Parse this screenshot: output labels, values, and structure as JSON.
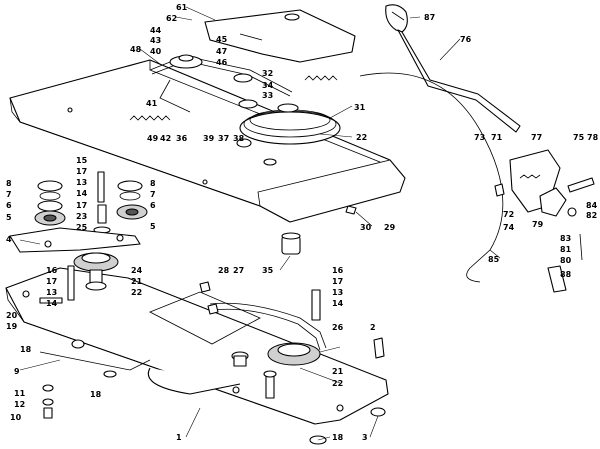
{
  "callouts": [
    {
      "id": "c61",
      "text": "61"
    },
    {
      "id": "c62",
      "text": "62"
    },
    {
      "id": "c87",
      "text": "87"
    },
    {
      "id": "c44",
      "text": "44"
    },
    {
      "id": "c43",
      "text": "43"
    },
    {
      "id": "c40",
      "text": "40"
    },
    {
      "id": "c45",
      "text": "45"
    },
    {
      "id": "c47",
      "text": "47"
    },
    {
      "id": "c46",
      "text": "46"
    },
    {
      "id": "c48",
      "text": "48"
    },
    {
      "id": "c76",
      "text": "76"
    },
    {
      "id": "c32",
      "text": "32"
    },
    {
      "id": "c34",
      "text": "34"
    },
    {
      "id": "c33",
      "text": "33"
    },
    {
      "id": "c41",
      "text": "41"
    },
    {
      "id": "c31",
      "text": "31"
    },
    {
      "id": "c49",
      "text": "49"
    },
    {
      "id": "c42",
      "text": "42"
    },
    {
      "id": "c36",
      "text": "36"
    },
    {
      "id": "c39",
      "text": "39"
    },
    {
      "id": "c37",
      "text": "37"
    },
    {
      "id": "c38",
      "text": "38"
    },
    {
      "id": "c22a",
      "text": "22"
    },
    {
      "id": "c73",
      "text": "73"
    },
    {
      "id": "c71",
      "text": "71"
    },
    {
      "id": "c77",
      "text": "77"
    },
    {
      "id": "c75",
      "text": "75"
    },
    {
      "id": "c78",
      "text": "78"
    },
    {
      "id": "c15",
      "text": "15"
    },
    {
      "id": "c17a",
      "text": "17"
    },
    {
      "id": "c13a",
      "text": "13"
    },
    {
      "id": "c14a",
      "text": "14"
    },
    {
      "id": "c8l",
      "text": "8"
    },
    {
      "id": "c7l",
      "text": "7"
    },
    {
      "id": "c6l",
      "text": "6"
    },
    {
      "id": "c5l",
      "text": "5"
    },
    {
      "id": "c8r",
      "text": "8"
    },
    {
      "id": "c7r",
      "text": "7"
    },
    {
      "id": "c6r",
      "text": "6"
    },
    {
      "id": "c5r",
      "text": "5"
    },
    {
      "id": "c17b",
      "text": "17"
    },
    {
      "id": "c23",
      "text": "23"
    },
    {
      "id": "c25",
      "text": "25"
    },
    {
      "id": "c29",
      "text": "29"
    },
    {
      "id": "c30",
      "text": "30"
    },
    {
      "id": "c72",
      "text": "72"
    },
    {
      "id": "c74",
      "text": "74"
    },
    {
      "id": "c79",
      "text": "79"
    },
    {
      "id": "c84",
      "text": "84"
    },
    {
      "id": "c82",
      "text": "82"
    },
    {
      "id": "c83",
      "text": "83"
    },
    {
      "id": "c81",
      "text": "81"
    },
    {
      "id": "c80",
      "text": "80"
    },
    {
      "id": "c85",
      "text": "85"
    },
    {
      "id": "c88",
      "text": "88"
    },
    {
      "id": "c4",
      "text": "4"
    },
    {
      "id": "c35",
      "text": "35"
    },
    {
      "id": "c16a",
      "text": "16"
    },
    {
      "id": "c24",
      "text": "24"
    },
    {
      "id": "c17c",
      "text": "17"
    },
    {
      "id": "c21a",
      "text": "21"
    },
    {
      "id": "c13b",
      "text": "13"
    },
    {
      "id": "c22b",
      "text": "22"
    },
    {
      "id": "c14b",
      "text": "14"
    },
    {
      "id": "c28",
      "text": "28"
    },
    {
      "id": "c27",
      "text": "27"
    },
    {
      "id": "c16b",
      "text": "16"
    },
    {
      "id": "c17d",
      "text": "17"
    },
    {
      "id": "c13c",
      "text": "13"
    },
    {
      "id": "c14c",
      "text": "14"
    },
    {
      "id": "c20",
      "text": "20"
    },
    {
      "id": "c19",
      "text": "19"
    },
    {
      "id": "c26",
      "text": "26"
    },
    {
      "id": "c2",
      "text": "2"
    },
    {
      "id": "c18a",
      "text": "18"
    },
    {
      "id": "c9",
      "text": "9"
    },
    {
      "id": "c21b",
      "text": "21"
    },
    {
      "id": "c22c",
      "text": "22"
    },
    {
      "id": "c18b",
      "text": "18"
    },
    {
      "id": "c11",
      "text": "11"
    },
    {
      "id": "c12",
      "text": "12"
    },
    {
      "id": "c10",
      "text": "10"
    },
    {
      "id": "c1",
      "text": "1"
    },
    {
      "id": "c18c",
      "text": "18"
    },
    {
      "id": "c3",
      "text": "3"
    }
  ]
}
